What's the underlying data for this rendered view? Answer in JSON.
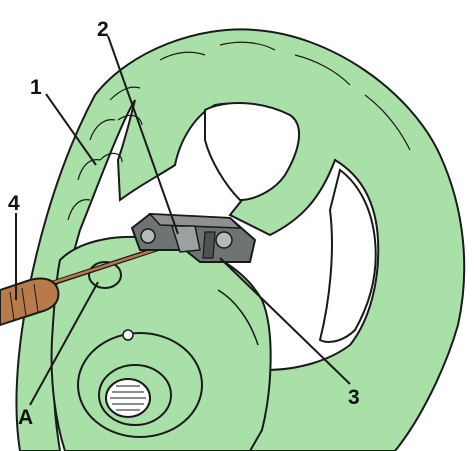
{
  "callouts": {
    "one": "1",
    "two": "2",
    "three": "3",
    "four": "4",
    "a": "A"
  },
  "colors": {
    "wheel_fill": "#a8e0a8",
    "line": "#1a1a1a",
    "tool_fill": "#b87a4a",
    "clip_fill": "#6f7372",
    "background": "#ffffff"
  }
}
